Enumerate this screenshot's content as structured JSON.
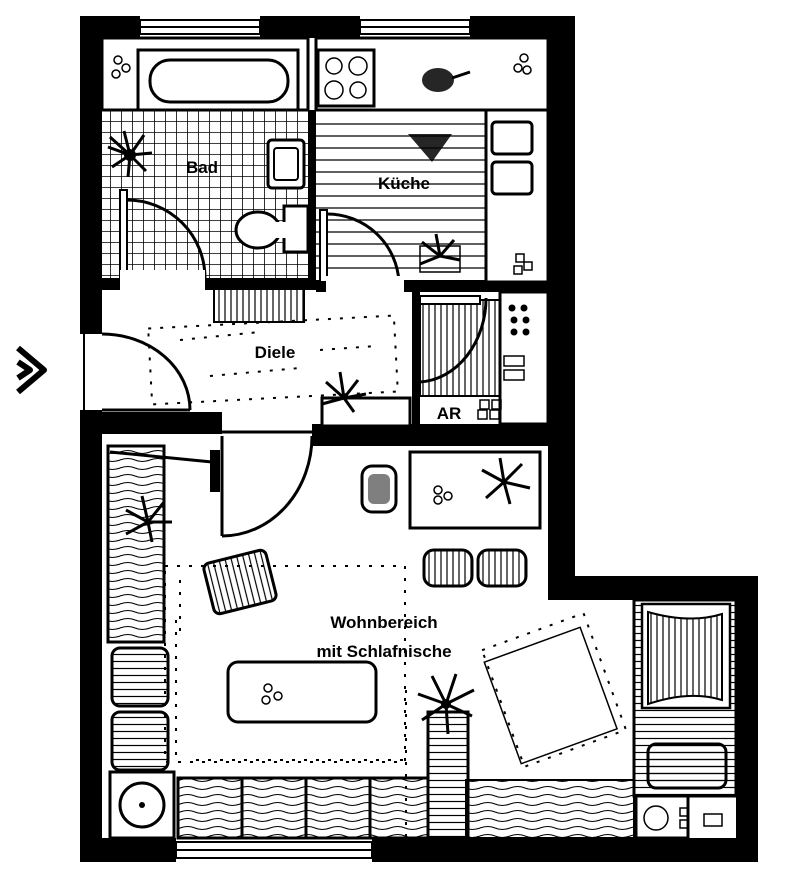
{
  "rooms": {
    "bad": "Bad",
    "kueche": "Küche",
    "diele": "Diele",
    "ar": "AR",
    "wohn_line1": "Wohnbereich",
    "wohn_line2": "mit Schlafnische"
  },
  "colors": {
    "ink": "#000000",
    "paper": "#ffffff"
  },
  "icons": {
    "entrance": "entrance-arrow-icon",
    "plant": "plant-icon"
  }
}
